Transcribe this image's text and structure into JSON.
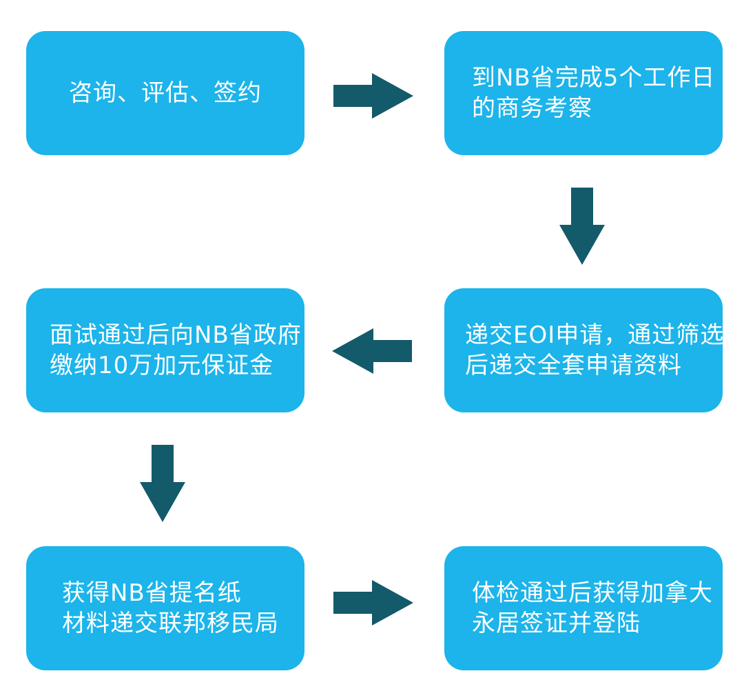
{
  "colors": {
    "box": "#1cb4ea",
    "arrow": "#135a6b",
    "text": "#ffffff",
    "background": "#ffffff"
  },
  "steps": [
    {
      "lines": [
        "咨询、评估、签约"
      ]
    },
    {
      "lines": [
        "到NB省完成5个工作日",
        "的商务考察"
      ]
    },
    {
      "lines": [
        "递交EOI申请，通过筛选",
        "后递交全套申请资料"
      ]
    },
    {
      "lines": [
        "面试通过后向NB省政府",
        "缴纳10万加元保证金"
      ]
    },
    {
      "lines": [
        "获得NB省提名纸",
        "材料递交联邦移民局"
      ]
    },
    {
      "lines": [
        "体检通过后获得加拿大",
        "永居签证并登陆"
      ]
    }
  ],
  "arrows": [
    {
      "from": 1,
      "to": 2,
      "direction": "right"
    },
    {
      "from": 2,
      "to": 3,
      "direction": "down"
    },
    {
      "from": 3,
      "to": 4,
      "direction": "left"
    },
    {
      "from": 4,
      "to": 5,
      "direction": "down"
    },
    {
      "from": 5,
      "to": 6,
      "direction": "right"
    }
  ]
}
